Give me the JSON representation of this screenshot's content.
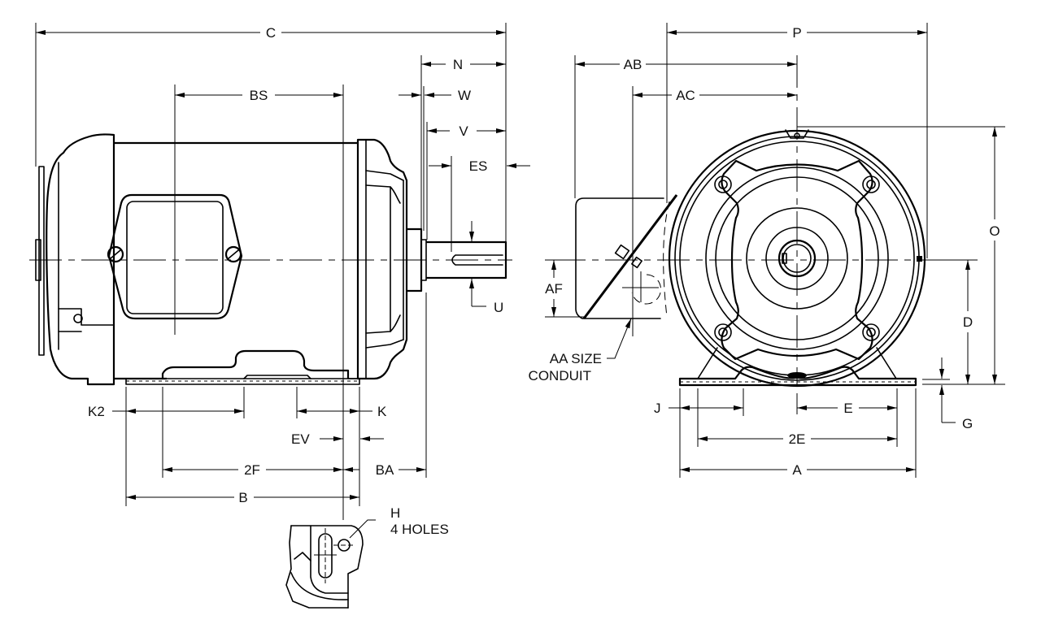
{
  "drawing": {
    "title": "Motor dimension drawing",
    "side_view": {
      "labels": {
        "C": "C",
        "BS": "BS",
        "N": "N",
        "W": "W",
        "V": "V",
        "ES": "ES",
        "U": "U",
        "K2": "K2",
        "K": "K",
        "EV": "EV",
        "F2": "2F",
        "BA": "BA",
        "B": "B"
      },
      "hole_note": {
        "line1": "H",
        "line2": "4 HOLES"
      }
    },
    "end_view": {
      "labels": {
        "P": "P",
        "AB": "AB",
        "AC": "AC",
        "O": "O",
        "AF": "AF",
        "D": "D",
        "J": "J",
        "E": "E",
        "E2": "2E",
        "A": "A",
        "G": "G"
      },
      "conduit_note": {
        "line1": "AA SIZE",
        "line2": "CONDUIT"
      }
    }
  }
}
